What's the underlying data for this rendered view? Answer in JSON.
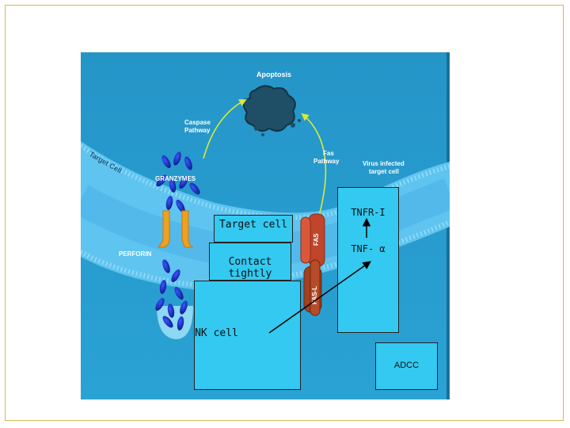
{
  "diagram": {
    "labels": {
      "apoptosis": "Apoptosis",
      "caspase_line1": "Caspase",
      "caspase_line2": "Pathway",
      "target_cell_curve": "Target Cell",
      "granzymes": "GRANZYMES",
      "perforin": "PERFORIN",
      "fas_pathway_line1": "Fas",
      "fas_pathway_line2": "Pathway",
      "virus_line1": "Virus infected",
      "virus_line2": "target cell",
      "fas": "FAS",
      "fas_l": "FAS-L"
    },
    "boxes": {
      "target_cell": "Target cell",
      "contact_tightly": "Contact tightly",
      "nk_cell": "NK cell",
      "tnfr": "TNFR-I",
      "tnf": "TNF- α",
      "adcc": "ADCC"
    },
    "colors": {
      "background": "#2a9bcc",
      "membrane": "#5fc4ef",
      "box_fill": "#33c9f0",
      "granule": "#1a2fc4",
      "perforin": "#f0a020",
      "fas": "#c0452a",
      "border": "#d7b65a"
    }
  }
}
